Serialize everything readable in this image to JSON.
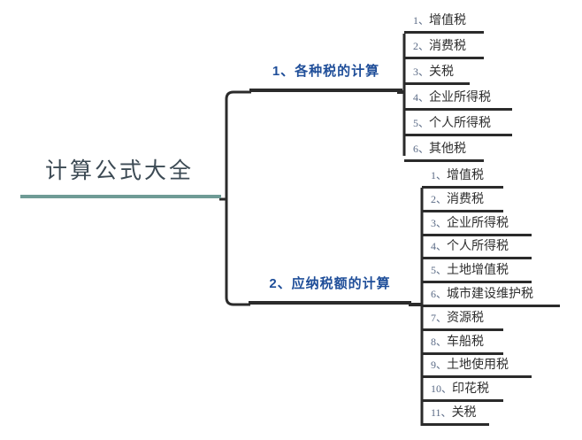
{
  "diagram": {
    "type": "mind-map",
    "title": "计算公式大全",
    "colors": {
      "root_accent": "#6f9b96",
      "branch_text": "#1f4e99",
      "leaf_text": "#2e2e2e",
      "leaf_number": "#5b6b86",
      "connector": "#2b2b2b",
      "background": "#ffffff"
    },
    "root": {
      "label": "计算公式大全"
    },
    "branches": [
      {
        "index": "1、",
        "label": "1、各种税的计算",
        "leaves": [
          {
            "num": "1、",
            "name": "增值税",
            "label": "1、增值税"
          },
          {
            "num": "2、",
            "name": "消费税",
            "label": "2、消费税"
          },
          {
            "num": "3、",
            "name": "关税",
            "label": "3、关税"
          },
          {
            "num": "4、",
            "name": "企业所得税",
            "label": "4、企业所得税"
          },
          {
            "num": "5、",
            "name": "个人所得税",
            "label": "5、个人所得税"
          },
          {
            "num": "6、",
            "name": "其他税",
            "label": "6、其他税"
          }
        ]
      },
      {
        "index": "2、",
        "label": "2、应纳税额的计算",
        "leaves": [
          {
            "num": "1、",
            "name": "增值税",
            "label": "1、增值税"
          },
          {
            "num": "2、",
            "name": "消费税",
            "label": "2、消费税"
          },
          {
            "num": "3、",
            "name": "企业所得税",
            "label": "3、企业所得税"
          },
          {
            "num": "4、",
            "name": "个人所得税",
            "label": "4、个人所得税"
          },
          {
            "num": "5、",
            "name": "土地增值税",
            "label": "5、土地增值税"
          },
          {
            "num": "6、",
            "name": "城市建设维护税",
            "label": "6、城市建设维护税"
          },
          {
            "num": "7、",
            "name": "资源税",
            "label": "7、资源税"
          },
          {
            "num": "8、",
            "name": "车船税",
            "label": "8、车船税"
          },
          {
            "num": "9、",
            "name": "土地使用税",
            "label": "9、土地使用税"
          },
          {
            "num": "10、",
            "name": "印花税",
            "label": "10、印花税"
          },
          {
            "num": "11、",
            "name": "关税",
            "label": "11、关税"
          }
        ]
      }
    ]
  }
}
